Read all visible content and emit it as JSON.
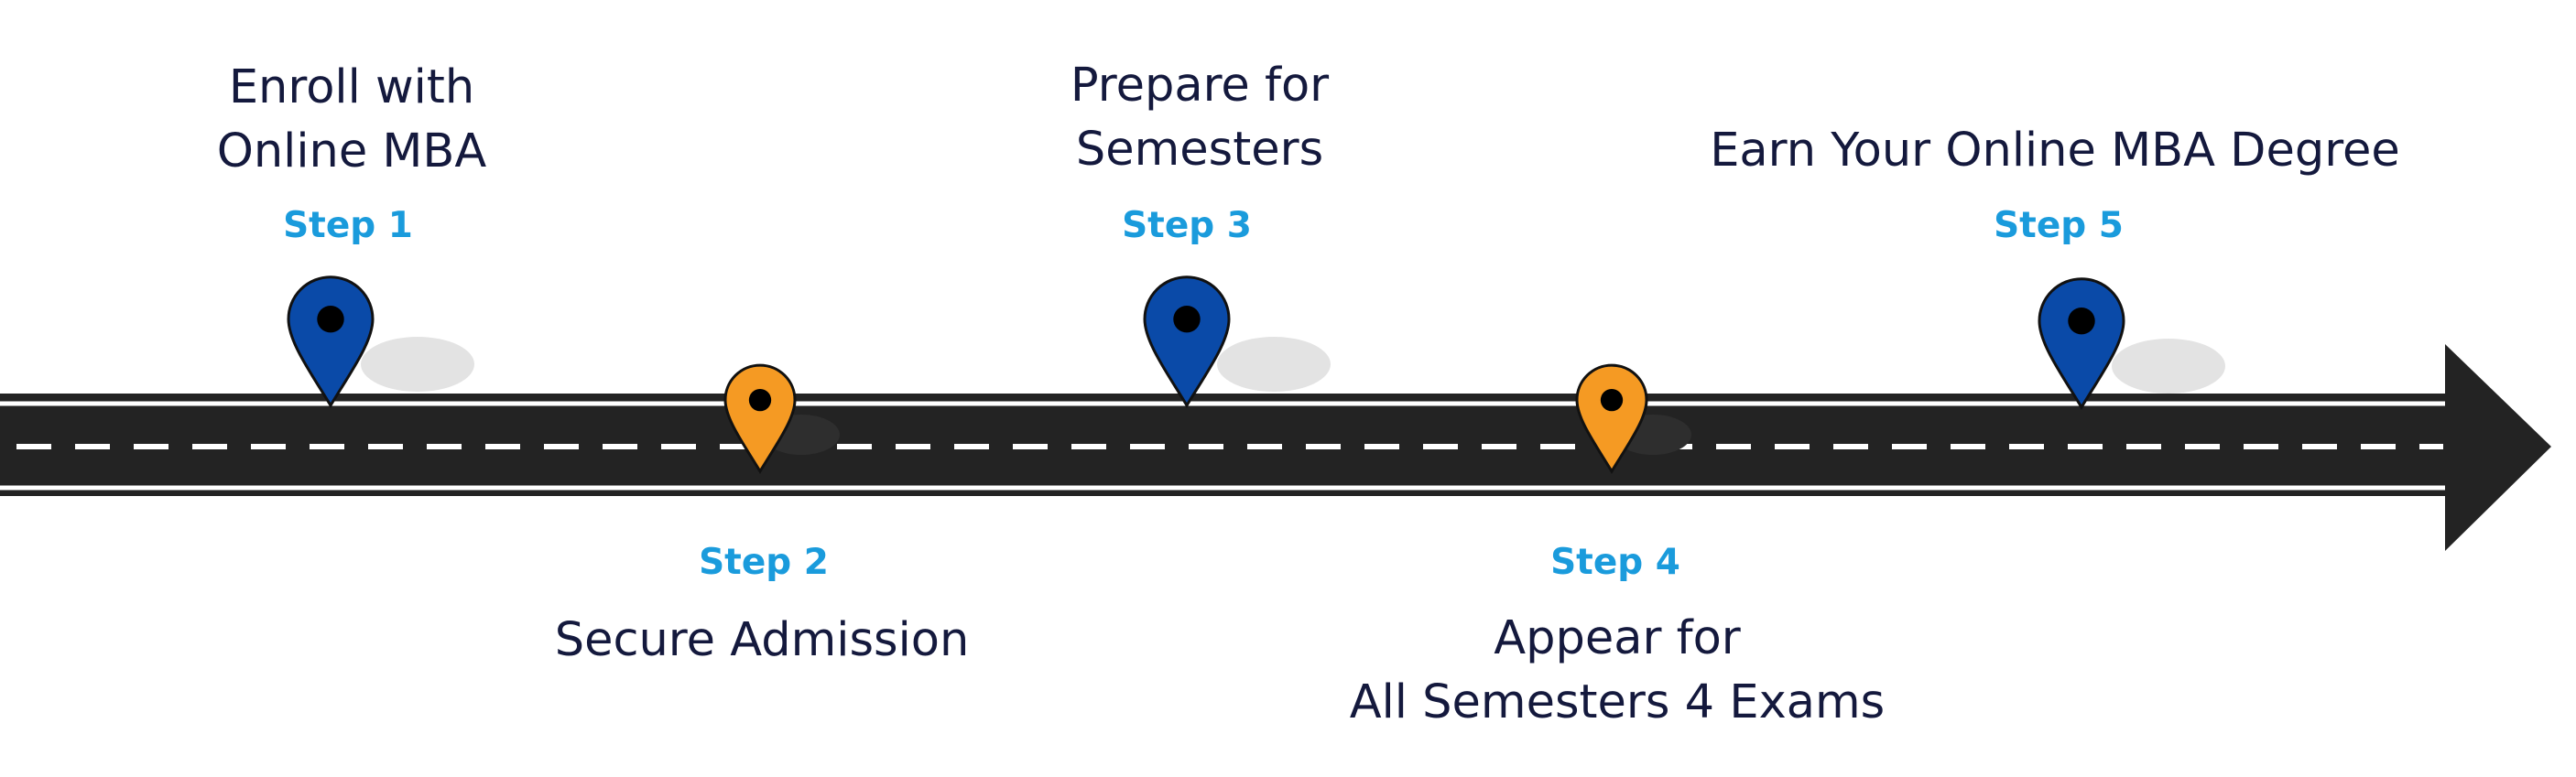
{
  "colors": {
    "road": "#232323",
    "road_edge": "#ffffff",
    "lane_dash": "#ffffff",
    "pin_blue": "#0a4aa8",
    "pin_orange": "#f59a23",
    "pin_outline": "#111111",
    "pin_shadow": "#e3e3e3",
    "step_label": "#1a9bdc",
    "heading_text": "#14193d"
  },
  "steps": [
    {
      "step_label": "Step 1",
      "title_lines": [
        "Enroll with",
        "Online MBA"
      ],
      "pin_color": "blue",
      "pin_icon": "map-pin-icon",
      "position": "above"
    },
    {
      "step_label": "Step 2",
      "title_lines": [
        "Secure Admission"
      ],
      "pin_color": "orange",
      "pin_icon": "map-pin-icon",
      "position": "below"
    },
    {
      "step_label": "Step 3",
      "title_lines": [
        "Prepare for",
        "Semesters"
      ],
      "pin_color": "blue",
      "pin_icon": "map-pin-icon",
      "position": "above"
    },
    {
      "step_label": "Step 4",
      "title_lines": [
        "Appear for",
        "All Semesters 4 Exams"
      ],
      "pin_color": "orange",
      "pin_icon": "map-pin-icon",
      "position": "below"
    },
    {
      "step_label": "Step 5",
      "title_lines": [
        "Earn Your Online MBA Degree"
      ],
      "pin_color": "blue",
      "pin_icon": "map-pin-icon",
      "position": "above"
    }
  ],
  "road_icon": "road-arrow-icon"
}
